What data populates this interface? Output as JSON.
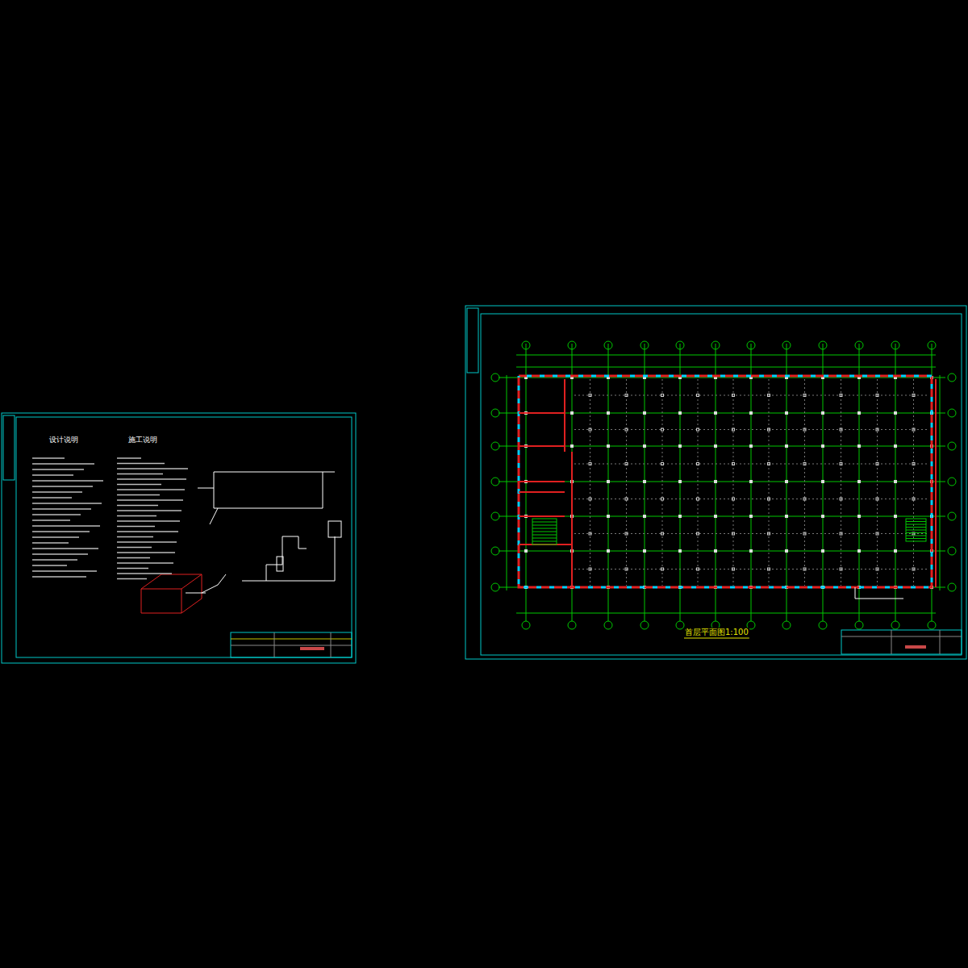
{
  "diagram": {
    "labels": [
      "设计说明",
      "施工说明",
      "首层平面图1:100"
    ]
  }
}
